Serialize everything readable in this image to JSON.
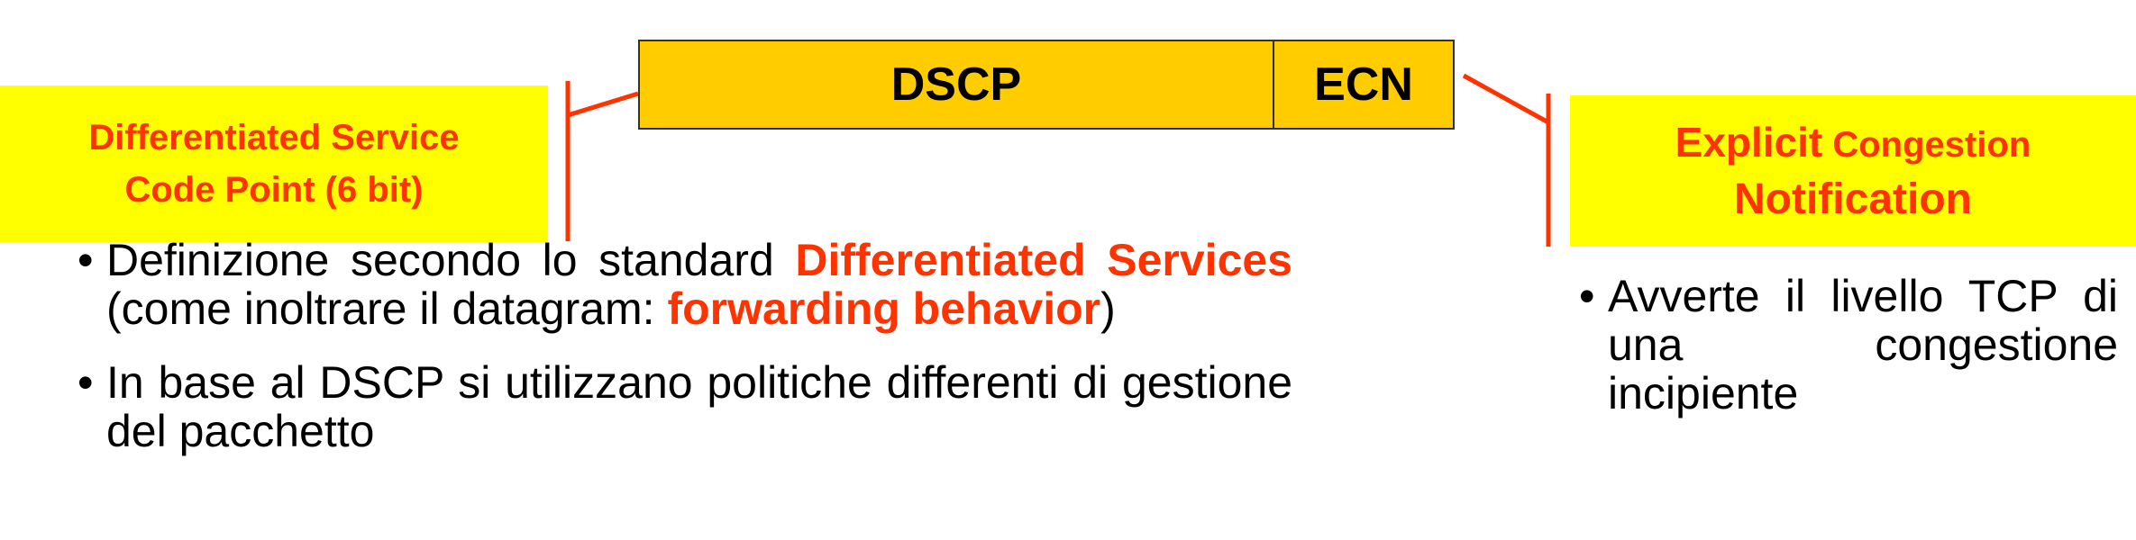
{
  "header_fields": {
    "dscp_label": "DSCP",
    "ecn_label": "ECN"
  },
  "dscp_callout": {
    "line1": "Differentiated Service",
    "line2": "Code Point (6 bit)"
  },
  "ecn_callout": {
    "line1_bold": "Explicit",
    "line1_rest": " Congestion",
    "line2": "Notification"
  },
  "left_bullets": {
    "b1": {
      "t1": "Definizione secondo lo standard ",
      "h1": "Differentiated Services",
      "t2": " (come inoltrare il datagram: ",
      "h2": "forwarding behavior",
      "t3": ")"
    },
    "b2": {
      "text": "In base al DSCP si utilizzano politiche differenti di gestione del pacchetto"
    }
  },
  "right_bullets": {
    "b1": {
      "text": "Avverte il livello TCP di una congestione incipiente"
    }
  },
  "bullet_char": "•",
  "colors": {
    "field_fill": "#ffcc00",
    "callout_fill": "#ffff00",
    "accent": "#ff3300",
    "border": "#333333"
  }
}
